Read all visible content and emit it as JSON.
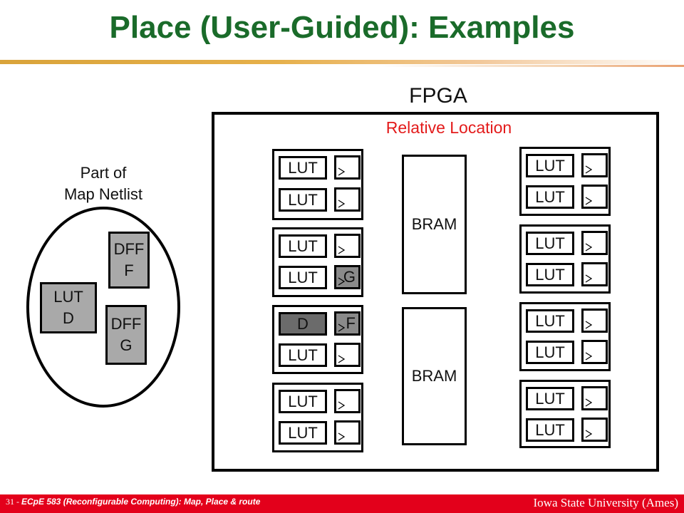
{
  "title": "Place (User-Guided): Examples",
  "fpga": {
    "label": "FPGA",
    "relative_location": "Relative Location",
    "lut_label": "LUT",
    "bram_label": "BRAM",
    "highlight_lut": "D",
    "highlight_ff_g": "G",
    "highlight_ff_f": "F"
  },
  "netlist": {
    "label_line1": "Part of",
    "label_line2": "Map Netlist",
    "lut_d_line1": "LUT",
    "lut_d_line2": "D",
    "dff_f_line1": "DFF",
    "dff_f_line2": "F",
    "dff_g_line1": "DFF",
    "dff_g_line2": "G"
  },
  "footer": {
    "slide_number": "31 -",
    "course": "ECpE 583 (Reconfigurable Computing): Map, Place & route",
    "university": "Iowa State University (Ames)"
  },
  "colors": {
    "title": "#1a6b2a",
    "relative_location": "#e31b1b",
    "footer_bg": "#e3001b",
    "netlist_block": "#a9a9a9",
    "placed_dark": "#6b6b6b"
  }
}
